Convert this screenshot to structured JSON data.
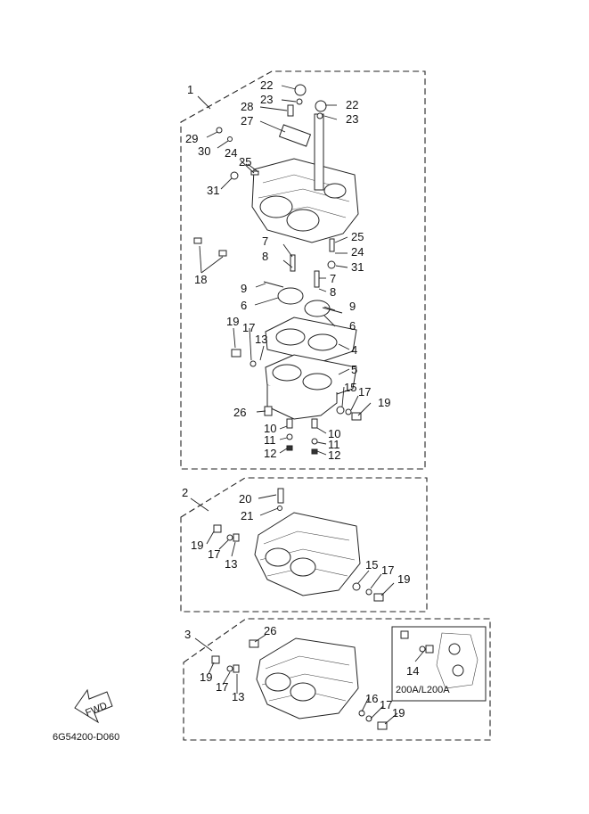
{
  "drawing_code": "6G54200-D060",
  "fwd_label": "FWD",
  "inset_label": "200A/L200A",
  "groups": [
    {
      "name": "group-1",
      "label": "1"
    },
    {
      "name": "group-2",
      "label": "2"
    },
    {
      "name": "group-3",
      "label": "3"
    }
  ],
  "section1_labels": [
    "22",
    "23",
    "22",
    "23",
    "28",
    "27",
    "29",
    "30",
    "24",
    "25",
    "31",
    "7",
    "8",
    "25",
    "24",
    "31",
    "18",
    "9",
    "7",
    "8",
    "6",
    "9",
    "6",
    "19",
    "13",
    "17",
    "4",
    "5",
    "15",
    "17",
    "19",
    "26",
    "10",
    "11",
    "12",
    "10",
    "11",
    "12"
  ],
  "section2_labels": [
    "20",
    "21",
    "19",
    "17",
    "13",
    "15",
    "17",
    "19"
  ],
  "section3_labels": [
    "26",
    "19",
    "17",
    "13",
    "14",
    "16",
    "17",
    "19"
  ]
}
